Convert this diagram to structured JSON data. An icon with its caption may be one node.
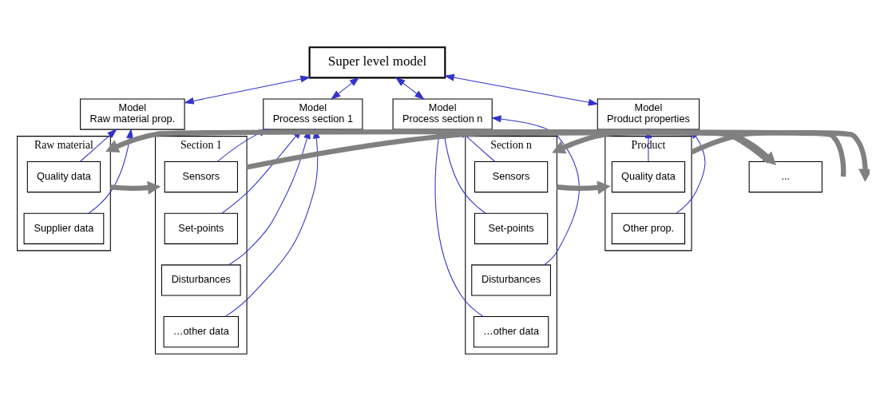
{
  "diagram": {
    "nodes": [
      {
        "text": [
          "Super level model"
        ]
      },
      {
        "text": [
          "Model",
          "Raw material prop."
        ]
      },
      {
        "text": [
          "Model",
          "Process section 1"
        ]
      },
      {
        "text": [
          "Model",
          "Process section n"
        ]
      },
      {
        "text": [
          "Model",
          "Product properties"
        ]
      },
      {
        "text": [
          "Raw material"
        ]
      },
      {
        "text": [
          "Quality data"
        ],
        "in": 5
      },
      {
        "text": [
          "Supplier data"
        ],
        "in": 5
      },
      {
        "text": [
          "Section 1"
        ]
      },
      {
        "text": [
          "Sensors"
        ],
        "in": 8
      },
      {
        "text": [
          "Set-points"
        ],
        "in": 8
      },
      {
        "text": [
          "Disturbances"
        ],
        "in": 8
      },
      {
        "text": [
          "…other data"
        ],
        "in": 8
      },
      {
        "text": [
          "..."
        ]
      },
      {
        "text": [
          "Section n"
        ]
      },
      {
        "text": [
          "Sensors"
        ],
        "in": 14
      },
      {
        "text": [
          "Set-points"
        ],
        "in": 14
      },
      {
        "text": [
          "Disturbances"
        ],
        "in": 14
      },
      {
        "text": [
          "…other data"
        ],
        "in": 14
      },
      {
        "text": [
          "Product"
        ]
      },
      {
        "text": [
          "Quality data"
        ],
        "in": 19
      },
      {
        "text": [
          "Other prop."
        ],
        "in": 19
      }
    ],
    "edges": [
      {
        "from": 0,
        "to": 1,
        "arrow": "both"
      },
      {
        "from": 0,
        "to": 2,
        "arrow": "both"
      },
      {
        "from": 0,
        "to": 3,
        "arrow": "both"
      },
      {
        "from": 0,
        "to": 4,
        "arrow": "both"
      },
      {
        "from": 6,
        "to": 1,
        "arrow": "to"
      },
      {
        "from": 7,
        "to": 1,
        "arrow": "to"
      },
      {
        "from": 9,
        "to": 2,
        "arrow": "to"
      },
      {
        "from": 10,
        "to": 2,
        "arrow": "to"
      },
      {
        "from": 11,
        "to": 2,
        "arrow": "to"
      },
      {
        "from": 12,
        "to": 2,
        "arrow": "to"
      },
      {
        "from": 15,
        "to": 3,
        "arrow": "to"
      },
      {
        "from": 16,
        "to": 3,
        "arrow": "to"
      },
      {
        "from": 17,
        "to": 3,
        "arrow": "to"
      },
      {
        "from": 18,
        "to": 3,
        "arrow": "to"
      },
      {
        "from": 20,
        "to": 4,
        "arrow": "to"
      },
      {
        "from": 21,
        "to": 4,
        "arrow": "to"
      },
      {
        "from": null,
        "to": 5,
        "arrow": "to",
        "style": "thick",
        "color": "#808080"
      },
      {
        "from": 5,
        "to": 8,
        "arrow": "to",
        "style": "thick",
        "color": "#808080"
      },
      {
        "from": 8,
        "to": 13,
        "arrow": "to",
        "style": "thick",
        "color": "#808080"
      },
      {
        "from": 13,
        "to": 14,
        "arrow": "to",
        "style": "thick",
        "color": "#808080"
      },
      {
        "from": 14,
        "to": 19,
        "arrow": "to",
        "style": "thick",
        "color": "#808080"
      },
      {
        "from": 19,
        "to": null,
        "arrow": "to",
        "style": "thick",
        "color": "#808080"
      }
    ]
  }
}
